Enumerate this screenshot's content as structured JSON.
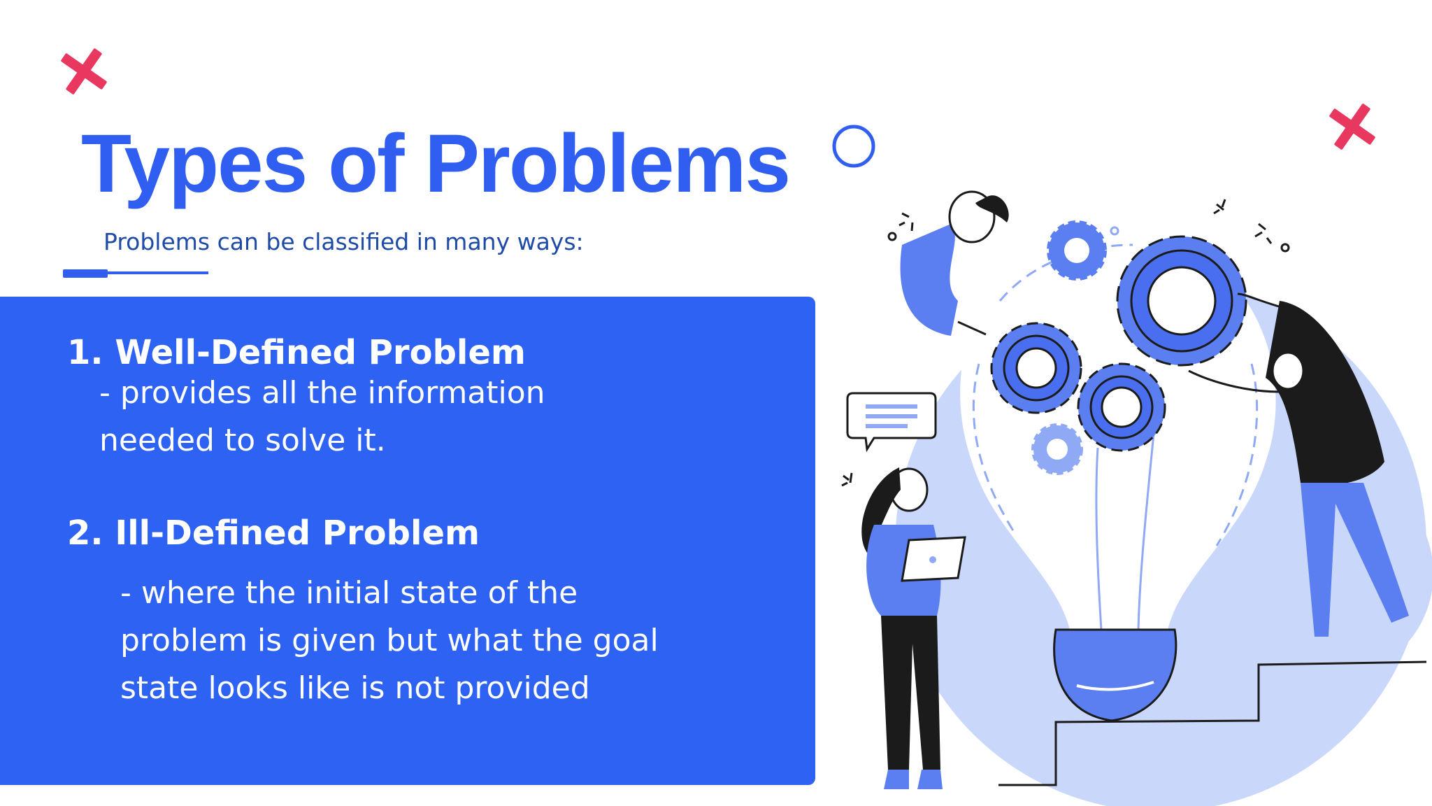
{
  "slide": {
    "title": "Types of Problems",
    "subtitle": "Problems can be classified in many ways:",
    "items": [
      {
        "heading": "1. Well-Defined Problem",
        "lines": [
          "- provides all the information",
          "needed to solve it."
        ]
      },
      {
        "heading": "2. Ill-Defined Problem",
        "lines": [
          "- where the initial state of the",
          "problem is given but what the goal",
          "state looks  like is not provided"
        ]
      }
    ]
  },
  "colors": {
    "accent_blue": "#2f5ef0",
    "panel_blue": "#2d62f2",
    "cross_pink": "#e8385f",
    "light_blue": "#c9d7fb"
  },
  "illustration": {
    "icons": [
      "lightbulb-icon",
      "gear-icon",
      "chat-bubble-icon",
      "tablet-icon",
      "staircase-icon"
    ]
  }
}
